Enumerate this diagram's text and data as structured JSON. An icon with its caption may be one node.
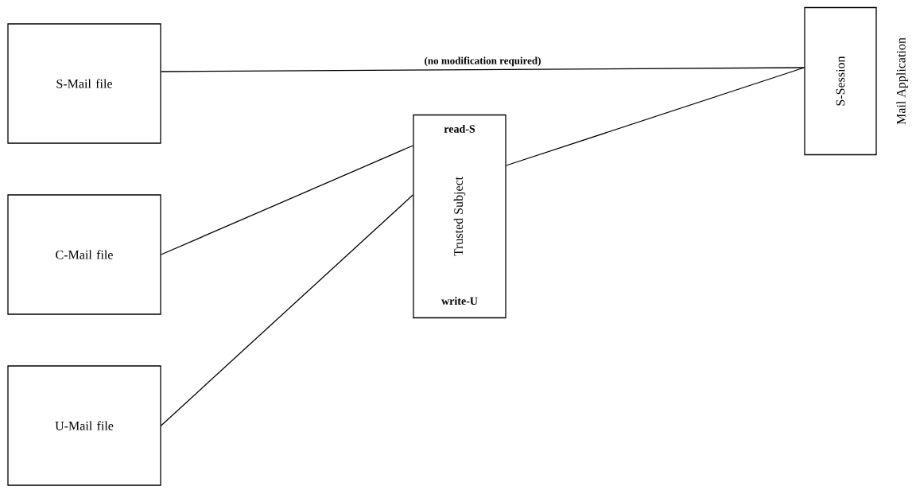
{
  "diagram": {
    "nodes": [
      {
        "text": [
          "S-Mail file"
        ]
      },
      {
        "text": [
          "C-Mail file"
        ]
      },
      {
        "text": [
          "U-Mail file"
        ]
      },
      {
        "text": [
          "read-S",
          "Trusted Subject",
          "write-U"
        ]
      },
      {
        "text": [
          "S-Session"
        ],
        "beside": [
          "Mail Application"
        ]
      }
    ],
    "edges": [
      {
        "from": 0,
        "to": 4,
        "arrow": "none",
        "label": "(no modification required)"
      },
      {
        "from": 1,
        "to": 3,
        "arrow": "none"
      },
      {
        "from": 2,
        "to": 3,
        "arrow": "none"
      },
      {
        "from": 3,
        "to": 4,
        "arrow": "none"
      }
    ]
  }
}
